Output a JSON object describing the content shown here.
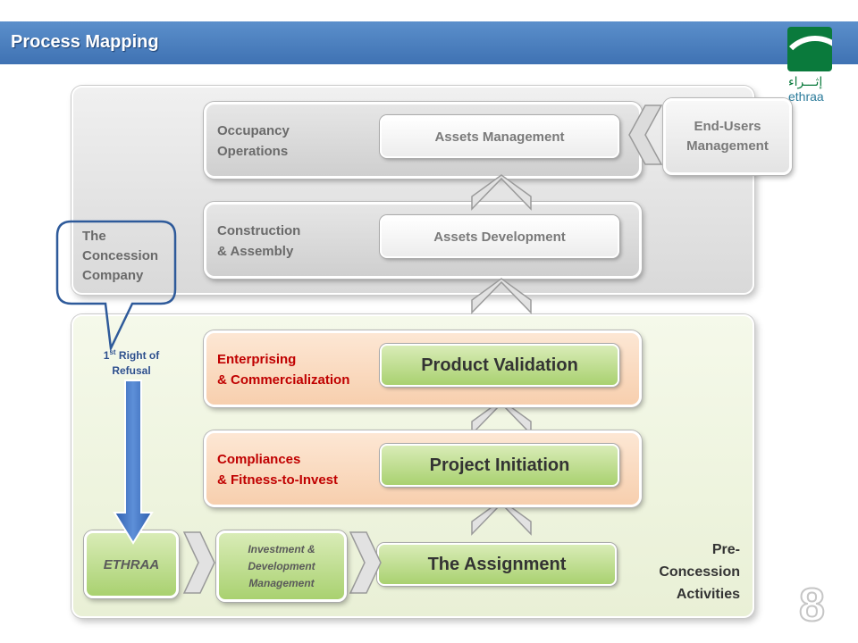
{
  "header": {
    "title": "Process Mapping"
  },
  "logo": {
    "arabic": "إثـــراء",
    "latin": "ethraa"
  },
  "top_panel": {
    "callout": [
      "The",
      "Concession",
      "Company"
    ],
    "stages": [
      {
        "label_line1": "Occupancy",
        "label_line2": "Operations",
        "pill": "Assets Management"
      },
      {
        "label_line1": "Construction",
        "label_line2": "& Assembly",
        "pill": "Assets Development"
      }
    ],
    "side_box": {
      "line1": "End-Users",
      "line2": "Management"
    }
  },
  "bottom_panel": {
    "stages": [
      {
        "label_line1": "Enterprising",
        "label_line2": "& Commercialization",
        "pill": "Product Validation"
      },
      {
        "label_line1": "Compliances",
        "label_line2": "& Fitness-to-Invest",
        "pill": "Project Initiation"
      }
    ],
    "assignment": "The Assignment",
    "ethraa_box": "ETHRAA",
    "investment_box": {
      "line1": "Investment &",
      "line2": "Development",
      "line3": "Management"
    },
    "right_of_refusal": {
      "ordinal": "1",
      "suffix": "st",
      "line1_rest": " Right of",
      "line2": "Refusal"
    },
    "pre_concession": {
      "line1": "Pre-",
      "line2": "Concession",
      "line3": "Activities"
    }
  },
  "page_number": "8",
  "colors": {
    "header_blue": "#4a7fc0",
    "red_label": "#c00000",
    "green_pill": "#a9d170",
    "peach_stage": "#f7cfae",
    "arrow_blue": "#3d6fc4"
  }
}
